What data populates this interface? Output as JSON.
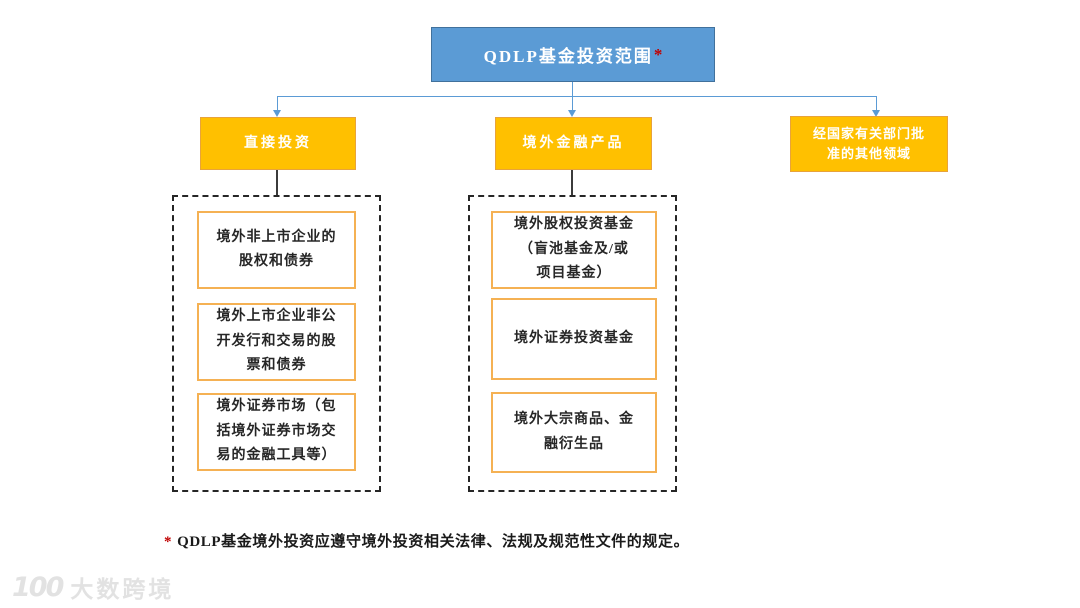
{
  "diagram": {
    "root": {
      "label": "QDLP基金投资范围",
      "note_mark": "*"
    },
    "branches": [
      {
        "label": "直接投资",
        "items": [
          "境外非上市企业的股权和债券",
          "境外上市企业非公开发行和交易的股票和债券",
          "境外证券市场（包括境外证券市场交易的金融工具等）"
        ]
      },
      {
        "label": "境外金融产品",
        "items": [
          "境外股权投资基金（盲池基金及/或项目基金）",
          "境外证券投资基金",
          "境外大宗商品、金融衍生品"
        ]
      },
      {
        "label": "经国家有关部门批准的其他领域",
        "items": []
      }
    ],
    "footnote": {
      "mark": "*",
      "text": "QDLP基金境外投资应遵守境外投资相关法律、法规及规范性文件的规定。"
    },
    "watermark": {
      "icon_text": "100",
      "brand": "大数跨境"
    },
    "colors": {
      "root_fill": "#5B9BD5",
      "branch_fill": "#FFC000",
      "item_border": "#F5B153",
      "connector_blue": "#5B9BD5",
      "connector_black": "#3B3B3B",
      "note_red": "#C00000"
    }
  }
}
